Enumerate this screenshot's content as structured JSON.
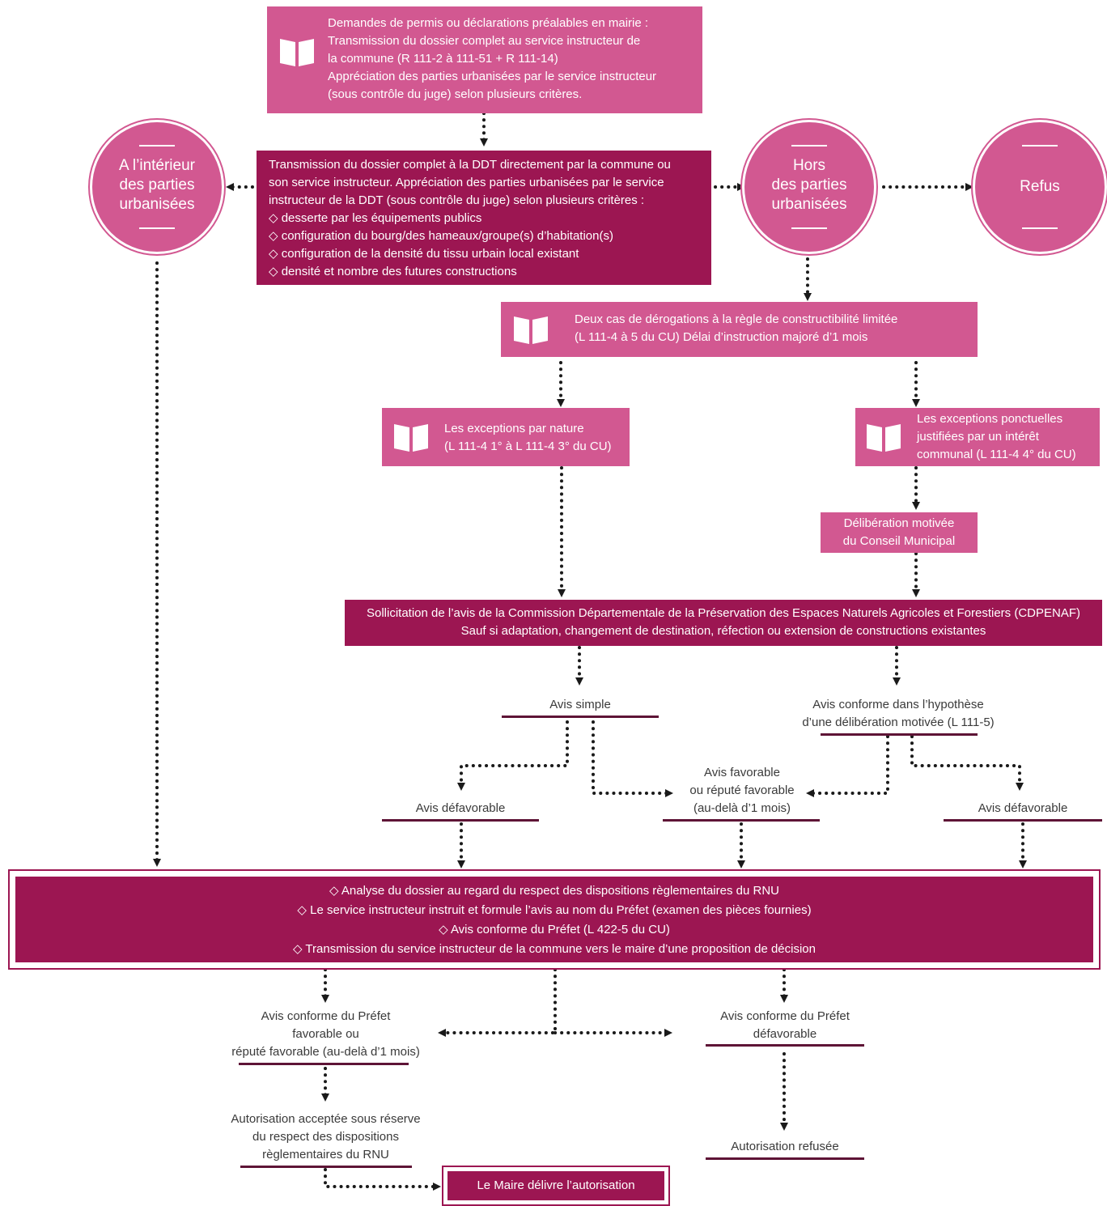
{
  "nodes": {
    "top": {
      "lines": [
        "Demandes de permis ou déclarations préalables en mairie :",
        "Transmission du dossier complet au service instructeur de",
        "la commune (R 111-2 à 111-51 + R 111-14)",
        "Appréciation des parties urbanisées par le service instructeur",
        "(sous contrôle du juge) selon plusieurs critères."
      ]
    },
    "ddt": {
      "lines": [
        "Transmission du dossier complet à la DDT directement par la commune ou",
        "son service instructeur. Appréciation des parties urbanisées par le service",
        "instructeur de la DDT (sous contrôle du juge) selon plusieurs critères :"
      ],
      "criteria": [
        "desserte par les équipements publics",
        "configuration du bourg/des hameaux/groupe(s) d’habitation(s)",
        "configuration de la densité du tissu urbain local existant",
        "densité et nombre des futures constructions"
      ]
    },
    "circle_inside": {
      "lines": [
        "A l’intérieur",
        "des parties",
        "urbanisées"
      ]
    },
    "circle_outside": {
      "lines": [
        "Hors",
        "des parties",
        "urbanisées"
      ]
    },
    "circle_refus": {
      "lines": [
        "Refus"
      ]
    },
    "derogations": {
      "lines": [
        "Deux cas de dérogations à la règle de constructibilité limitée",
        "(L 111-4 à 5 du CU) Délai d’instruction majoré d’1 mois"
      ]
    },
    "exceptions_nature": {
      "lines": [
        "Les exceptions par nature",
        "(L 111-4 1° à L 111-4 3° du CU)"
      ]
    },
    "exceptions_ponctuelles": {
      "lines": [
        "Les exceptions ponctuelles",
        "justifiées par un intérêt",
        "communal (L 111-4 4° du CU)"
      ]
    },
    "deliberation": {
      "lines": [
        "Délibération motivée",
        "du Conseil Municipal"
      ]
    },
    "cdpenaf": {
      "lines": [
        "Sollicitation de l’avis de la Commission Départementale de la Préservation des Espaces Naturels Agricoles et Forestiers (CDPENAF)",
        "Sauf si adaptation, changement de destination, réfection ou extension de constructions existantes"
      ]
    },
    "avis_simple": {
      "lines": [
        "Avis simple"
      ]
    },
    "avis_conforme": {
      "lines": [
        "Avis conforme dans l’hypothèse",
        "d’une délibération motivée (L 111-5)"
      ]
    },
    "avis_defavorable_left": {
      "lines": [
        "Avis défavorable"
      ]
    },
    "avis_favorable": {
      "lines": [
        "Avis favorable",
        "ou réputé favorable",
        "(au-delà d’1 mois)"
      ]
    },
    "avis_defavorable_right": {
      "lines": [
        "Avis défavorable"
      ]
    },
    "analyse": {
      "lines": [
        "Analyse du dossier au regard du respect des dispositions règlementaires du RNU",
        "Le service instructeur instruit et formule l’avis au nom du Préfet (examen des pièces fournies)",
        "Avis conforme du Préfet (L 422-5 du CU)",
        "Transmission du service instructeur de la commune vers le maire d’une proposition de décision"
      ]
    },
    "prefet_favorable": {
      "lines": [
        "Avis conforme du Préfet",
        "favorable ou",
        "réputé favorable (au-delà d’1 mois)"
      ]
    },
    "prefet_defavorable": {
      "lines": [
        "Avis conforme du Préfet",
        "défavorable"
      ]
    },
    "autorisation_acceptee": {
      "lines": [
        "Autorisation acceptée sous réserve",
        "du respect des dispositions",
        "règlementaires du RNU"
      ]
    },
    "autorisation_refusee": {
      "lines": [
        "Autorisation refusée"
      ]
    },
    "maire": {
      "lines": [
        "Le Maire délivre l’autorisation"
      ]
    }
  },
  "colors": {
    "pink": "#d25891",
    "dark": "#9c1652",
    "underline": "#5e1436",
    "connector": "#1a1a1a"
  },
  "icons": {
    "book": "open-book-icon",
    "bullet": "diamond"
  }
}
